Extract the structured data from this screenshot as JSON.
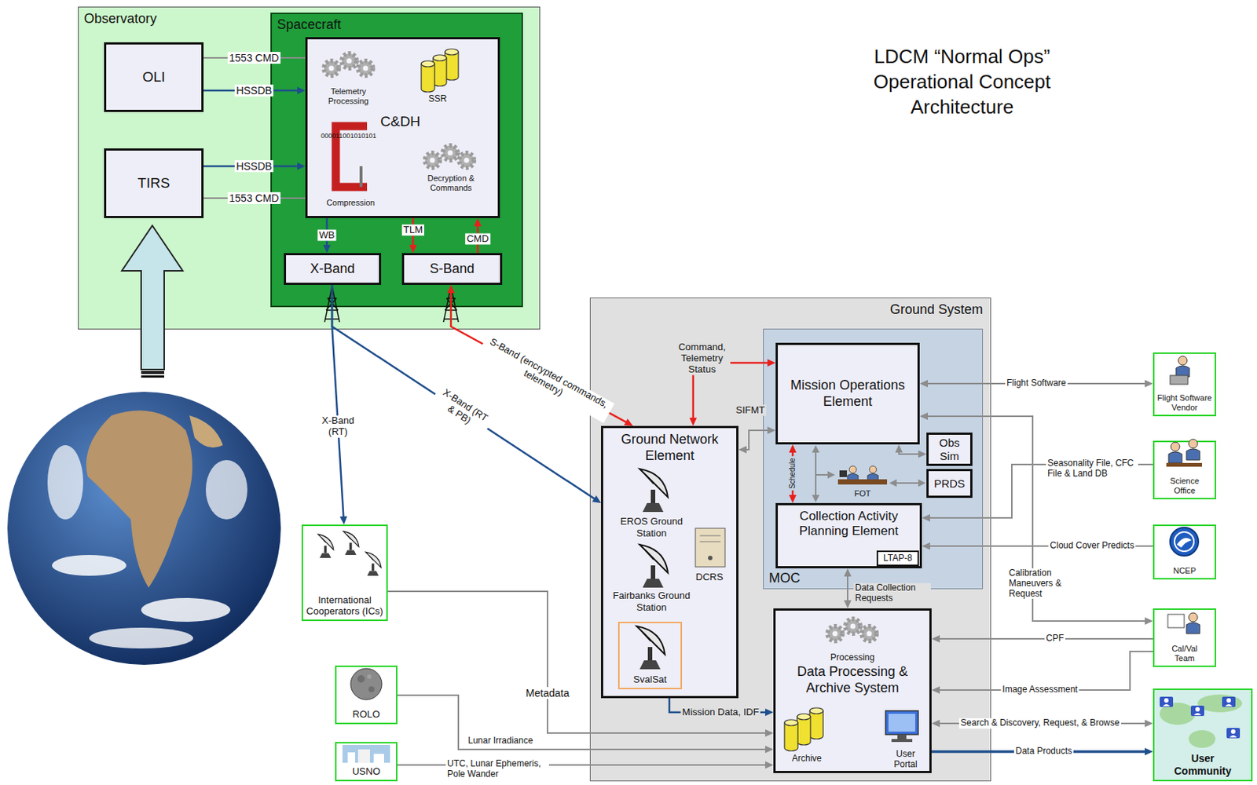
{
  "diagram": {
    "title": "LDCM “Normal Ops” Operational Concept Architecture",
    "nodes": [
      {
        "text": [
          "Observatory"
        ]
      },
      {
        "text": [
          "OLI"
        ],
        "in": 0
      },
      {
        "text": [
          "TIRS"
        ],
        "in": 0
      },
      {
        "text": [
          "Spacecraft"
        ],
        "in": 0
      },
      {
        "text": [
          "Telemetry Processing",
          "SSR",
          "C&DH",
          "000011001010101",
          "Decryption & Commands",
          "Compression"
        ],
        "in": 3
      },
      {
        "text": [
          "X-Band"
        ],
        "in": 3
      },
      {
        "text": [
          "S-Band"
        ],
        "in": 3
      },
      {
        "text": [
          "Ground System"
        ]
      },
      {
        "text": [
          "MOC"
        ],
        "in": 7
      },
      {
        "text": [
          "Mission Operations Element"
        ],
        "in": 8
      },
      {
        "text": [
          "Obs Sim"
        ],
        "in": 8
      },
      {
        "text": [
          "PRDS"
        ],
        "in": 8
      },
      {
        "text": [
          "Collection Activity Planning Element"
        ],
        "in": 8
      },
      {
        "text": [
          "LTAP-8"
        ],
        "in": 12
      },
      {
        "text": [
          "Ground Network Element",
          "EROS Ground Station",
          "Fairbanks Ground Station",
          "DCRS"
        ],
        "in": 7
      },
      {
        "text": [
          "SvalSat"
        ],
        "in": 14
      },
      {
        "text": [
          "Processing",
          "Data Processing & Archive System",
          "Archive",
          "User Portal"
        ],
        "in": 7
      },
      {
        "text": [
          "International Cooperators (ICs)"
        ]
      },
      {
        "text": [
          "ROLO"
        ]
      },
      {
        "text": [
          "USNO"
        ]
      },
      {
        "text": [
          "Flight Software Vendor"
        ]
      },
      {
        "text": [
          "Science Office"
        ]
      },
      {
        "text": [
          "NCEP"
        ]
      },
      {
        "text": [
          "Cal/Val Team"
        ]
      },
      {
        "text": [
          "User Community"
        ]
      }
    ],
    "edges": [
      {
        "from": 1,
        "to": 4,
        "label": "1553 CMD",
        "arrow": "none"
      },
      {
        "from": 1,
        "to": 4,
        "label": "HSSDB",
        "arrow": "to"
      },
      {
        "from": 2,
        "to": 4,
        "label": "HSSDB",
        "arrow": "to"
      },
      {
        "from": 2,
        "to": 4,
        "label": "1553 CMD",
        "arrow": "none"
      },
      {
        "from": 4,
        "to": 5,
        "label": "WB",
        "arrow": "to"
      },
      {
        "from": 4,
        "to": 6,
        "label": "TLM",
        "arrow": "to"
      },
      {
        "from": 6,
        "to": 4,
        "label": "CMD",
        "arrow": "to"
      },
      {
        "from": 5,
        "to": 17,
        "label": "X-Band (RT)",
        "arrow": "to"
      },
      {
        "from": 5,
        "to": 14,
        "label": "X-Band (RT & PB)",
        "arrow": "to"
      },
      {
        "from": 6,
        "to": 14,
        "label": "S-Band (encrypted commands, telemetry)",
        "arrow": "both"
      },
      {
        "from": 9,
        "to": 14,
        "label": "Command, Telemetry Status",
        "arrow": "both"
      },
      {
        "from": 9,
        "to": 14,
        "label": "SIFMT",
        "arrow": "both"
      },
      {
        "from": 9,
        "to": 12,
        "label": "Schedule",
        "arrow": "both"
      },
      {
        "from": 9,
        "to": 10,
        "arrow": "both"
      },
      {
        "from": 12,
        "to": 16,
        "label": "Data Collection Requests",
        "arrow": "both"
      },
      {
        "from": 14,
        "to": 16,
        "label": "Mission Data, IDF",
        "arrow": "to"
      },
      {
        "from": 9,
        "to": 20,
        "label": "Flight Software",
        "arrow": "both"
      },
      {
        "from": 21,
        "to": 12,
        "label": "Seasonality File, CFC File & Land DB",
        "arrow": "to"
      },
      {
        "from": 22,
        "to": 12,
        "label": "Cloud Cover Predicts",
        "arrow": "to"
      },
      {
        "from": 9,
        "to": 23,
        "label": "Calibration Maneuvers & Request",
        "arrow": "both"
      },
      {
        "from": 23,
        "to": 16,
        "label": "CPF",
        "arrow": "to"
      },
      {
        "from": 23,
        "to": 16,
        "label": "Image Assessment",
        "arrow": "to"
      },
      {
        "from": 16,
        "to": 24,
        "label": "Search & Discovery, Request, & Browse",
        "arrow": "both"
      },
      {
        "from": 16,
        "to": 24,
        "label": "Data Products",
        "arrow": "to"
      },
      {
        "from": 17,
        "to": 16,
        "label": "Metadata",
        "arrow": "to"
      },
      {
        "from": 18,
        "to": 16,
        "label": "Lunar Irradiance",
        "arrow": "to"
      },
      {
        "from": 19,
        "to": 16,
        "label": "UTC, Lunar Ephemeris, Pole Wander",
        "arrow": "to"
      }
    ],
    "labels": [
      "FOT"
    ]
  }
}
